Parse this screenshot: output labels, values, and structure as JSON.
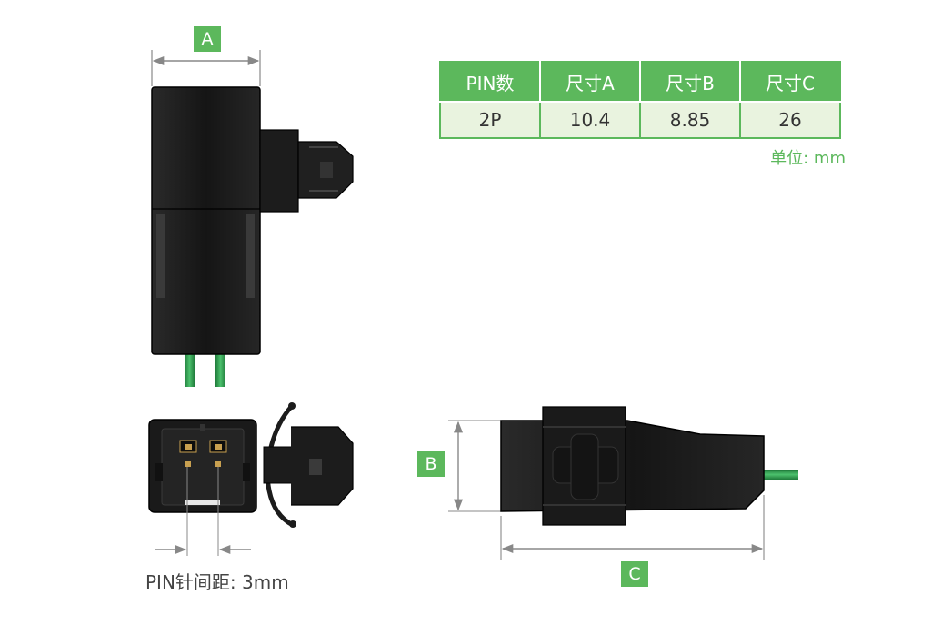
{
  "dimension_labels": {
    "a": "A",
    "b": "B",
    "c": "C"
  },
  "table": {
    "headers": [
      "PIN数",
      "尺寸A",
      "尺寸B",
      "尺寸C"
    ],
    "rows": [
      [
        "2P",
        "10.4",
        "8.85",
        "26"
      ]
    ]
  },
  "unit_note": "单位: mm",
  "pin_pitch_label": "PIN针间距: 3mm",
  "colors": {
    "accent": "#5cb85c",
    "table_row_bg": "#e9f3df",
    "body": "#1a1a1a",
    "wire": "#2e9e4f",
    "dimension_line": "#888888"
  }
}
